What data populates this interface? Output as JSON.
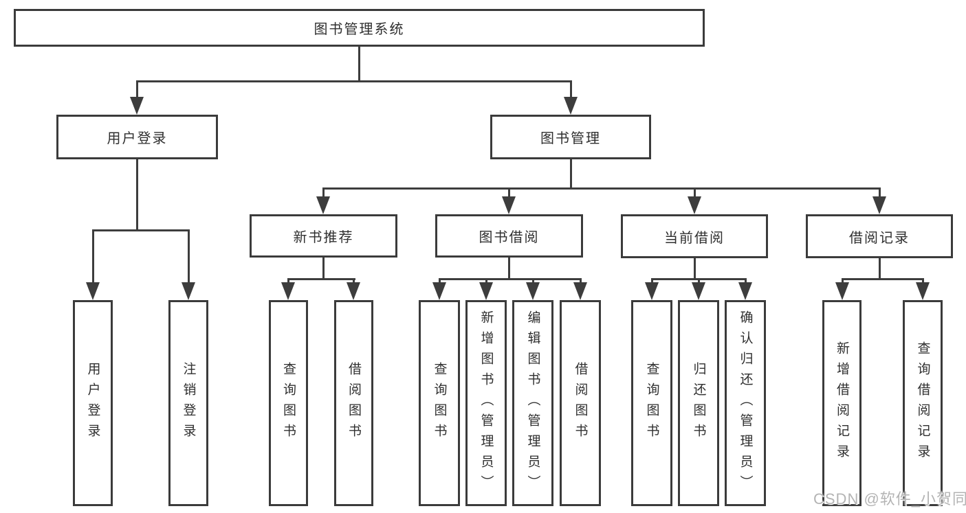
{
  "diagram": {
    "type": "hierarchy-chart",
    "colors": {
      "line": "#3d3d3d",
      "box_border": "#3b3b3b",
      "text": "#2f2f2f",
      "watermark": "#b4b4b4",
      "background": "#ffffff"
    },
    "root": {
      "label": "图书管理系统",
      "children": [
        {
          "label": "用户登录",
          "children": [
            {
              "label": "用户登录"
            },
            {
              "label": "注销登录"
            }
          ]
        },
        {
          "label": "图书管理",
          "children": [
            {
              "label": "新书推荐",
              "children": [
                {
                  "label": "查询图书"
                },
                {
                  "label": "借阅图书"
                }
              ]
            },
            {
              "label": "图书借阅",
              "children": [
                {
                  "label": "查询图书"
                },
                {
                  "label": "新增图书（管理员）"
                },
                {
                  "label": "编辑图书（管理员）"
                },
                {
                  "label": "借阅图书"
                }
              ]
            },
            {
              "label": "当前借阅",
              "children": [
                {
                  "label": "查询图书"
                },
                {
                  "label": "归还图书"
                },
                {
                  "label": "确认归还（管理员）"
                }
              ]
            },
            {
              "label": "借阅记录",
              "children": [
                {
                  "label": "新增借阅记录"
                },
                {
                  "label": "查询借阅记录"
                }
              ]
            }
          ]
        }
      ]
    }
  },
  "watermark": {
    "text": "CSDN @软件_小贺同学"
  }
}
